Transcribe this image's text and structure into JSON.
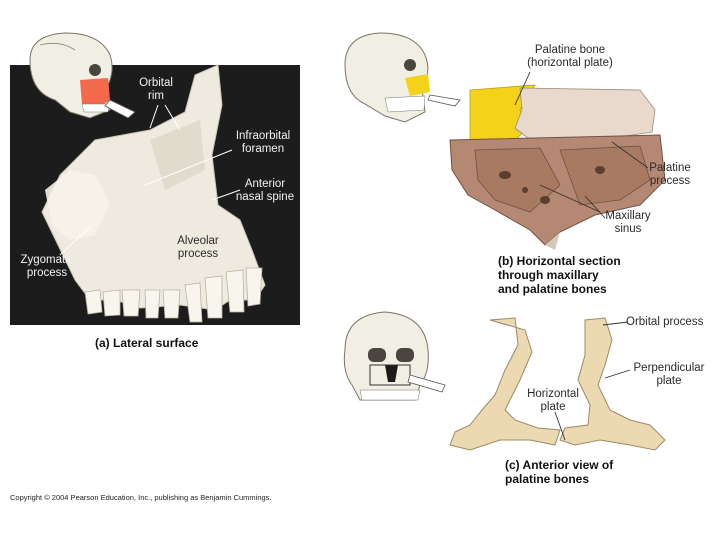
{
  "panel_a": {
    "labels": {
      "orbital_rim": "Orbital\nrim",
      "infraorbital_foramen": "Infraorbital\nforamen",
      "anterior_nasal_spine": "Anterior\nnasal spine",
      "alveolar_process": "Alveolar\nprocess",
      "zygomatic_process": "Zygomatic\nprocess"
    },
    "caption": "(a) Lateral surface"
  },
  "panel_b": {
    "labels": {
      "palatine_bone": "Palatine bone\n(horizontal plate)",
      "palatine_process": "Palatine\nprocess",
      "maxillary_sinus": "Maxillary\nsinus"
    },
    "caption": "(b) Horizontal section\nthrough maxillary\nand palatine bones"
  },
  "panel_c": {
    "labels": {
      "orbital_process": "Orbital process",
      "perpendicular_plate": "Perpendicular\nplate",
      "horizontal_plate": "Horizontal\nplate"
    },
    "caption": "(c) Anterior view of\npalatine bones"
  },
  "copyright": "Copyright © 2004 Pearson Education, Inc., publishing as Benjamin Cummings.",
  "colors": {
    "panel_a_bg": "#1c1c1c",
    "bone": "#eeeadf",
    "highlight_red": "#f26a4b",
    "highlight_yellow": "#f4d21a",
    "section_brown": "#b48872"
  }
}
